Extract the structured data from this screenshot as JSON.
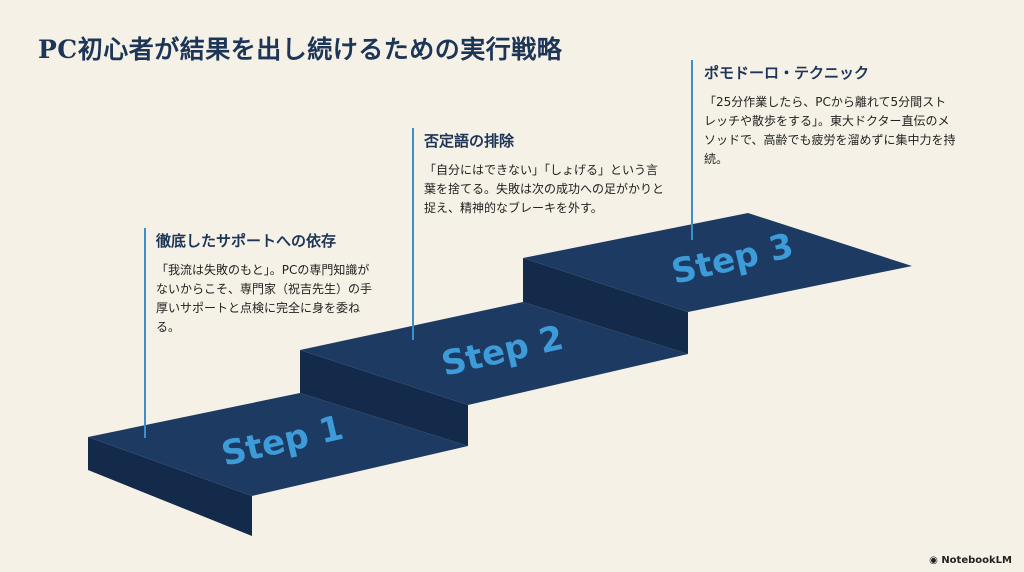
{
  "title": "PC初心者が結果を出し続けるための実行戦略",
  "steps": [
    {
      "label": "Step 1",
      "heading": "徹底したサポートへの依存",
      "body": "「我流は失敗のもと」。PCの専門知識がないからこそ、専門家（祝吉先生）の手厚いサポートと点検に完全に身を委ねる。"
    },
    {
      "label": "Step 2",
      "heading": "否定語の排除",
      "body": "「自分にはできない」「しょげる」という言葉を捨てる。失敗は次の成功への足がかりと捉え、精神的なブレーキを外す。"
    },
    {
      "label": "Step 3",
      "heading": "ポモドーロ・テクニック",
      "body": "「25分作業したら、PCから離れて5分間ストレッチや散歩をする」。東大ドクター直伝のメソッドで、高齢でも疲労を溜めずに集中力を持続。"
    }
  ],
  "footer": "NotebookLM",
  "colors": {
    "top": "#1d3a63",
    "riser": "#142a4a",
    "accent": "#3d8fc6"
  }
}
